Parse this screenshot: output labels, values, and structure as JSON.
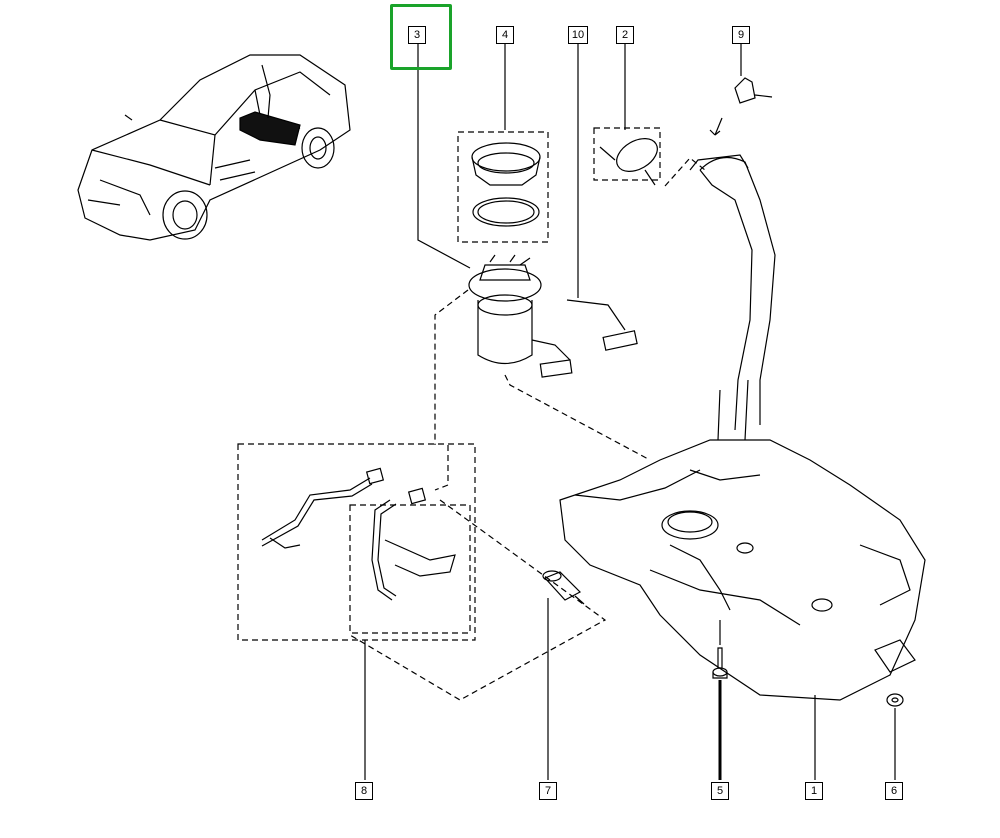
{
  "diagram": {
    "selected_part": "3",
    "highlight_color": "#1aa32a",
    "line_color": "#000000",
    "callouts": [
      "1",
      "2",
      "3",
      "4",
      "5",
      "6",
      "7",
      "8",
      "9",
      "10"
    ]
  }
}
